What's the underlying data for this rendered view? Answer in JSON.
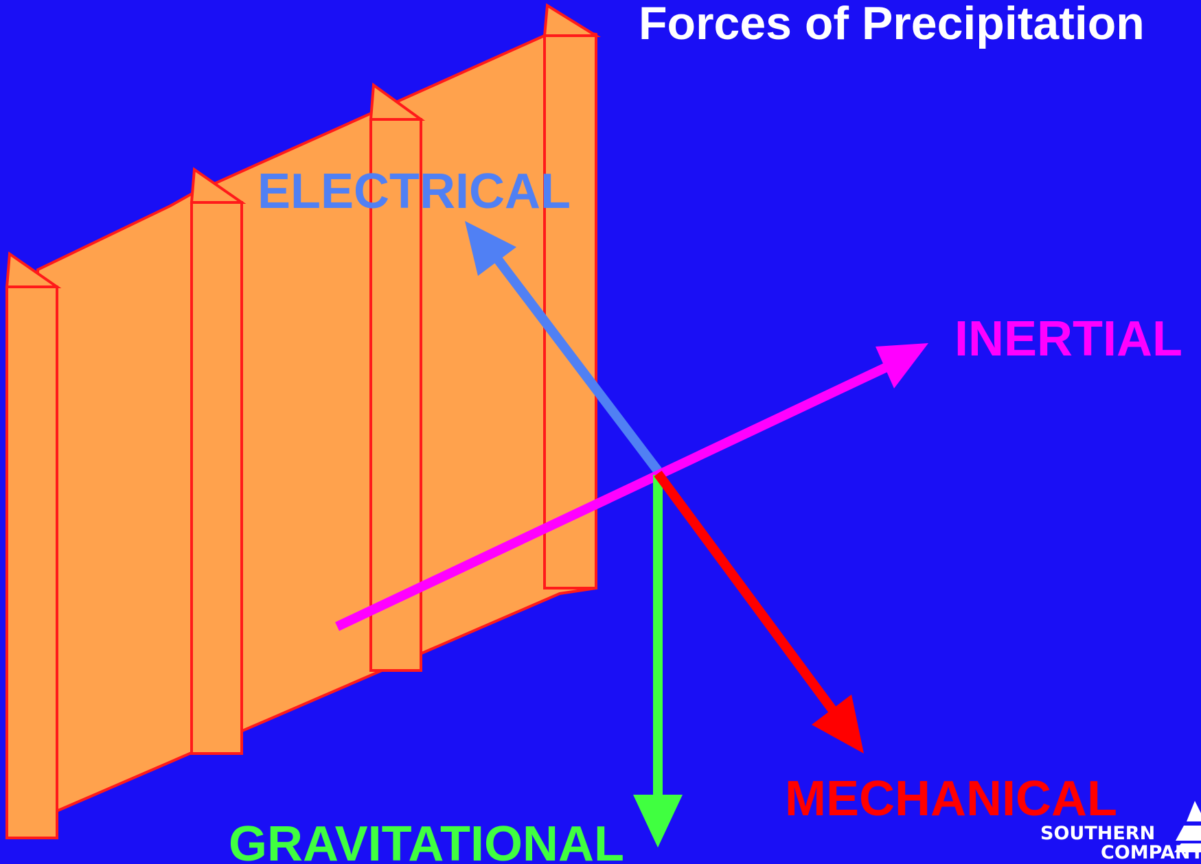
{
  "title": "Forces of Precipitation",
  "forces": {
    "electrical": {
      "label": "ELECTRICAL",
      "color": "#5080f4"
    },
    "inertial": {
      "label": "INERTIAL",
      "color": "#ff00ff"
    },
    "mechanical": {
      "label": "MECHANICAL",
      "color": "#ff0000"
    },
    "gravitational": {
      "label": "GRAVITATIONAL",
      "color": "#40ff40"
    }
  },
  "plate_colors": {
    "fill": "#ffa24d",
    "edge": "#ff1a1a"
  },
  "background_color": "#1a0ff5",
  "logo": {
    "line1": "SOUTHERN",
    "line2": "COMPANY"
  }
}
